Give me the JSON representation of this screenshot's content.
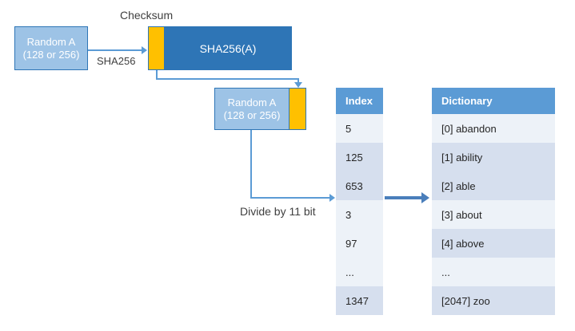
{
  "diagram": {
    "title_labels": {
      "checksum": "Checksum",
      "sha256_arrow": "SHA256",
      "divide": "Divide by 11 bit"
    },
    "entropy_box_1": {
      "line1": "Random A",
      "line2": "(128 or 256)"
    },
    "hash_box": {
      "label": "SHA256(A)"
    },
    "entropy_box_2": {
      "line1": "Random A",
      "line2": "(128 or 256)"
    }
  },
  "index_table": {
    "header": "Index",
    "rows": [
      "5",
      "125",
      "653",
      "3",
      "97",
      "...",
      "1347"
    ]
  },
  "dictionary_table": {
    "header": "Dictionary",
    "rows": [
      "[0] abandon",
      "[1] ability",
      "[2] able",
      "[3] about",
      "[4] above",
      "...",
      "[2047] zoo"
    ]
  },
  "colors": {
    "light_blue": "#9DC3E6",
    "dark_blue": "#2E75B6",
    "checksum_yellow": "#FFC000",
    "header_blue": "#5B9BD5",
    "row_light": "#EDF2F8",
    "row_dark": "#D6DFEE",
    "thick_arrow": "#4A7EBB"
  }
}
